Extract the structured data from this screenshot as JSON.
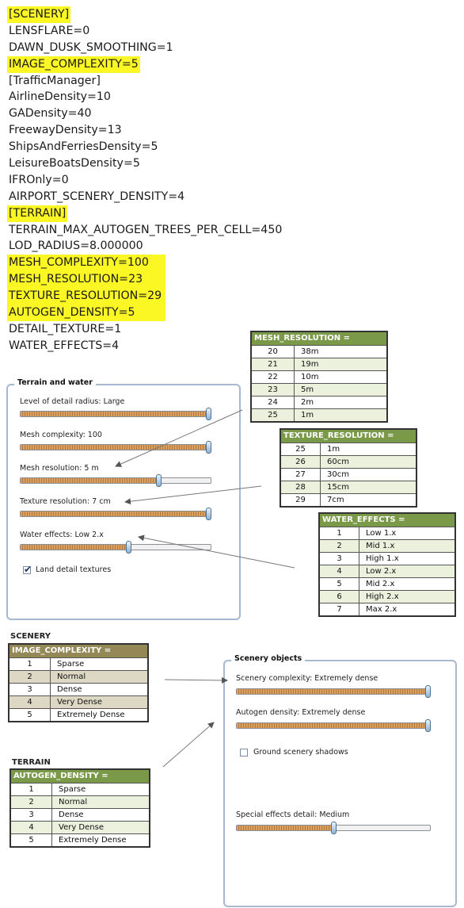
{
  "config_lines": [
    {
      "text": "[SCENERY]",
      "highlight": true
    },
    {
      "text": "LENSFLARE=0",
      "highlight": false
    },
    {
      "text": "DAWN_DUSK_SMOOTHING=1",
      "highlight": false
    },
    {
      "text": "IMAGE_COMPLEXITY=5",
      "highlight": true
    },
    {
      "text": "[TrafficManager]",
      "highlight": false
    },
    {
      "text": "AirlineDensity=10",
      "highlight": false
    },
    {
      "text": "GADensity=40",
      "highlight": false
    },
    {
      "text": "FreewayDensity=13",
      "highlight": false
    },
    {
      "text": "ShipsAndFerriesDensity=5",
      "highlight": false
    },
    {
      "text": "LeisureBoatsDensity=5",
      "highlight": false
    },
    {
      "text": "IFROnly=0",
      "highlight": false
    },
    {
      "text": "AIRPORT_SCENERY_DENSITY=4",
      "highlight": false
    },
    {
      "text": "[TERRAIN]",
      "highlight": true
    },
    {
      "text": "TERRAIN_MAX_AUTOGEN_TREES_PER_CELL=450",
      "highlight": false
    },
    {
      "text": "LOD_RADIUS=8.000000",
      "highlight": false
    },
    {
      "text": "MESH_COMPLEXITY=100",
      "highlight": true
    },
    {
      "text": "MESH_RESOLUTION=23",
      "highlight": true
    },
    {
      "text": "TEXTURE_RESOLUTION=29",
      "highlight": true
    },
    {
      "text": "AUTOGEN_DENSITY=5",
      "highlight": true
    },
    {
      "text": "DETAIL_TEXTURE=1",
      "highlight": false
    },
    {
      "text": "WATER_EFFECTS=4",
      "highlight": false
    }
  ],
  "terrain_panel": {
    "title": "Terrain and water",
    "sliders": [
      {
        "label": "Level of detail radius: Large",
        "level": 1.0
      },
      {
        "label": "Mesh complexity: 100",
        "level": 1.0
      },
      {
        "label": "Mesh resolution: 5 m",
        "level": 0.73
      },
      {
        "label": "Texture resolution: 7 cm",
        "level": 1.0
      },
      {
        "label": "Water effects: Low 2.x",
        "level": 0.57
      }
    ],
    "checkbox": {
      "label": "Land detail textures",
      "checked": true
    }
  },
  "scenery_panel": {
    "title": "Scenery objects",
    "sliders": [
      {
        "label": "Scenery complexity: Extremely dense",
        "level": 1.0
      },
      {
        "label": "Autogen density: Extremely dense",
        "level": 1.0
      }
    ],
    "checkbox": {
      "label": "Ground scenery shadows",
      "checked": false
    },
    "special": {
      "label": "Special effects detail: Medium",
      "level": 0.5
    }
  },
  "tables": {
    "mesh": {
      "header": "MESH_RESOLUTION =",
      "rows": [
        [
          "20",
          "38m"
        ],
        [
          "21",
          "19m"
        ],
        [
          "22",
          "10m"
        ],
        [
          "23",
          "5m"
        ],
        [
          "24",
          "2m"
        ],
        [
          "25",
          "1m"
        ]
      ]
    },
    "texture": {
      "header": "TEXTURE_RESOLUTION =",
      "rows": [
        [
          "25",
          "1m"
        ],
        [
          "26",
          "60cm"
        ],
        [
          "27",
          "30cm"
        ],
        [
          "28",
          "15cm"
        ],
        [
          "29",
          "7cm"
        ]
      ]
    },
    "water": {
      "header": "WATER_EFFECTS =",
      "rows": [
        [
          "1",
          "Low 1.x"
        ],
        [
          "2",
          "Mid 1.x"
        ],
        [
          "3",
          "High 1.x"
        ],
        [
          "4",
          "Low 2.x"
        ],
        [
          "5",
          "Mid 2.x"
        ],
        [
          "6",
          "High 2.x"
        ],
        [
          "7",
          "Max 2.x"
        ]
      ]
    },
    "image": {
      "caption": "SCENERY",
      "header": "IMAGE_COMPLEXITY =",
      "rows": [
        [
          "1",
          "Sparse"
        ],
        [
          "2",
          "Normal"
        ],
        [
          "3",
          "Dense"
        ],
        [
          "4",
          "Very Dense"
        ],
        [
          "5",
          "Extremely Dense"
        ]
      ]
    },
    "autogen": {
      "caption": "TERRAIN",
      "header": "AUTOGEN_DENSITY =",
      "rows": [
        [
          "1",
          "Sparse"
        ],
        [
          "2",
          "Normal"
        ],
        [
          "3",
          "Dense"
        ],
        [
          "4",
          "Very Dense"
        ],
        [
          "5",
          "Extremely Dense"
        ]
      ]
    }
  },
  "colors": {
    "highlight": "#fbf725",
    "table_green": "#7a9a4a",
    "table_tan": "#938856",
    "panel_border": "#a7b9cf",
    "slider_fill": "#c98b48"
  }
}
